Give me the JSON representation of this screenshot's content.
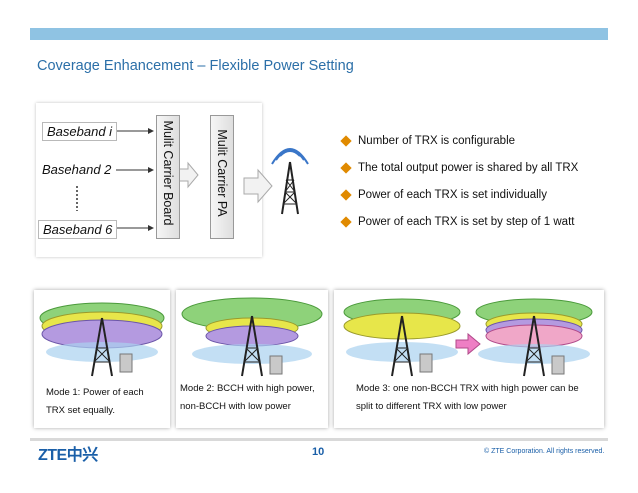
{
  "slide": {
    "title": "Coverage Enhancement – Flexible Power Setting",
    "page_number": "10",
    "logo": "ZTE中兴",
    "copyright": "© ZTE Corporation. All rights reserved."
  },
  "diagram": {
    "baseband_1": "Baseband i",
    "baseband_2": "Basehand  2",
    "baseband_3": "Baseband 6",
    "board_label": "Mulit Carrier Board",
    "pa_label": "Mulit Carrier  PA"
  },
  "bullets": [
    "Number of TRX is configurable",
    "The total output power is shared by all TRX",
    "Power of each TRX is set individually",
    "Power of each TRX is set by step of 1 watt"
  ],
  "modes": {
    "mode1_line1": "Mode 1: Power of each",
    "mode1_line2": "TRX set equally.",
    "mode2_line1": "Mode 2: BCCH with high power,",
    "mode2_line2": "non-BCCH with low power",
    "mode3_line1": "Mode 3: one non-BCCH TRX with high power can be",
    "mode3_line2": "split to different TRX with low power"
  },
  "colors": {
    "title": "#2b6fa8",
    "topbar": "#8fc3e3",
    "bullet_marker": "#e08a00",
    "logo": "#1a5fa8"
  },
  "icons": [
    "diamond-bullet-icon",
    "antenna-tower-icon",
    "arrow-right-icon",
    "base-station-icon"
  ]
}
